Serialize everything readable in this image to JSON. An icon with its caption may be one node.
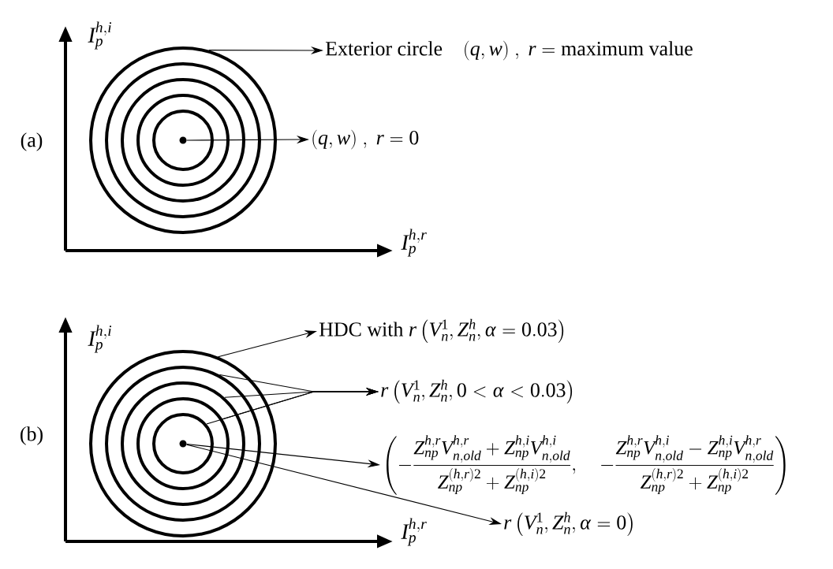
{
  "diagram": {
    "nodes": [
      {
        "text": [],
        "shape": "circle"
      },
      {
        "text": [],
        "shape": "circle",
        "in": 0
      },
      {
        "text": [],
        "shape": "circle",
        "in": 1
      },
      {
        "text": [],
        "shape": "circle",
        "in": 2
      },
      {
        "text": [],
        "shape": "circle",
        "in": 3
      },
      {
        "text": [],
        "shape": "dot",
        "in": 4
      },
      {
        "text": [
          "\\text{Exterior circle}\\quad (q,w)\\ ,\\ r=\\text{maximum value}"
        ]
      },
      {
        "text": [
          "(q,w)\\ ,\\ r=0"
        ]
      },
      {
        "text": [],
        "shape": "circle"
      },
      {
        "text": [],
        "shape": "circle",
        "in": 8
      },
      {
        "text": [],
        "shape": "circle",
        "in": 9
      },
      {
        "text": [],
        "shape": "circle",
        "in": 10
      },
      {
        "text": [],
        "shape": "circle",
        "in": 11
      },
      {
        "text": [],
        "shape": "dot",
        "in": 12
      },
      {
        "text": [
          "\\text{HDC with }r\\left(V_n^1,Z_n^h,\\alpha=0.03\\right)"
        ]
      },
      {
        "text": [
          "r\\left(V_n^1,Z_n^h,0<\\alpha<0.03\\right)"
        ]
      },
      {
        "text": [
          "\\left(-\\frac{Z_{np}^{h,r}V_{n,old}^{h,r}+Z_{np}^{h,i}V_{n,old}^{h,i}}{Z_{np}^{(h,r)2}+Z_{np}^{(h,i)2}},\\quad -\\frac{Z_{np}^{h,r}V_{n,old}^{h,i}-Z_{np}^{h,i}V_{n,old}^{h,r}}{Z_{np}^{(h,r)2}+Z_{np}^{(h,i)2}}\\right)"
        ]
      },
      {
        "text": [
          "r\\left(V_n^1,Z_n^h,\\alpha=0\\right)"
        ]
      }
    ],
    "edges": [
      {
        "from": 0,
        "to": 6,
        "arrow": "to"
      },
      {
        "from": 5,
        "to": 7,
        "arrow": "to"
      },
      {
        "from": 8,
        "to": 14,
        "arrow": "to"
      },
      {
        "from": 9,
        "to": 15,
        "arrow": "to"
      },
      {
        "from": 10,
        "to": 15,
        "arrow": "to"
      },
      {
        "from": 11,
        "to": 15,
        "arrow": "to"
      },
      {
        "from": 12,
        "to": 15,
        "arrow": "to"
      },
      {
        "from": 13,
        "to": 16,
        "arrow": "to"
      },
      {
        "from": 13,
        "to": 17,
        "arrow": "to"
      }
    ],
    "labels": [
      "I_p^{h,i}",
      "(a)",
      "I_p^{h,r}",
      "I_p^{h,i}",
      "(b)",
      "I_p^{h,r}"
    ]
  }
}
